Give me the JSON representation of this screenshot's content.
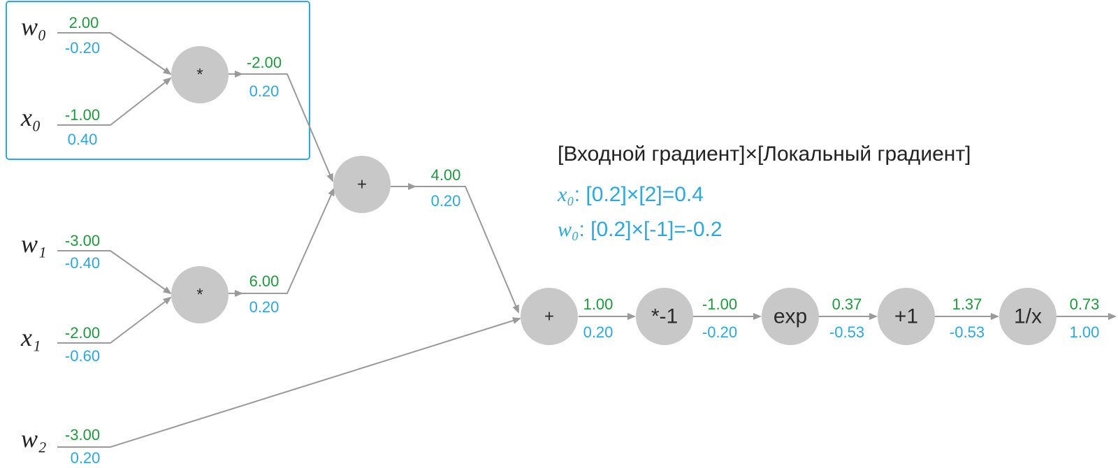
{
  "colors": {
    "forward": "#1e9a3c",
    "gradient": "#2aa9e0",
    "node_fill": "#c8c8c8",
    "wire": "#9a9a9a",
    "highlight": "#2aa9e0"
  },
  "inputs": {
    "w0": {
      "name": "w₀",
      "value": "2.00",
      "grad": "-0.20"
    },
    "x0": {
      "name": "x₀",
      "value": "-1.00",
      "grad": "0.40"
    },
    "w1": {
      "name": "w₁",
      "value": "-3.00",
      "grad": "-0.40"
    },
    "x1": {
      "name": "x₁",
      "value": "-2.00",
      "grad": "-0.60"
    },
    "w2": {
      "name": "w₂",
      "value": "-3.00",
      "grad": "0.20"
    }
  },
  "nodes": {
    "mul0": {
      "op": "*",
      "value": "-2.00",
      "grad": "0.20"
    },
    "mul1": {
      "op": "*",
      "value": "6.00",
      "grad": "0.20"
    },
    "add0": {
      "op": "+",
      "value": "4.00",
      "grad": "0.20"
    },
    "add1": {
      "op": "+",
      "value": "1.00",
      "grad": "0.20"
    },
    "neg": {
      "op": "*-1",
      "value": "-1.00",
      "grad": "-0.20"
    },
    "exp": {
      "op": "exp",
      "value": "0.37",
      "grad": "-0.53"
    },
    "plus1": {
      "op": "+1",
      "value": "1.37",
      "grad": "-0.53"
    },
    "recip": {
      "op": "1/x",
      "value": "0.73",
      "grad": "1.00"
    }
  },
  "annotation": {
    "title": "[Входной градиент]×[Локальный градиент]",
    "line1_var": "x₀",
    "line1_expr": ": [0.2]×[2]=0.4",
    "line2_var": "w₀",
    "line2_expr": ": [0.2]×[-1]=-0.2"
  }
}
